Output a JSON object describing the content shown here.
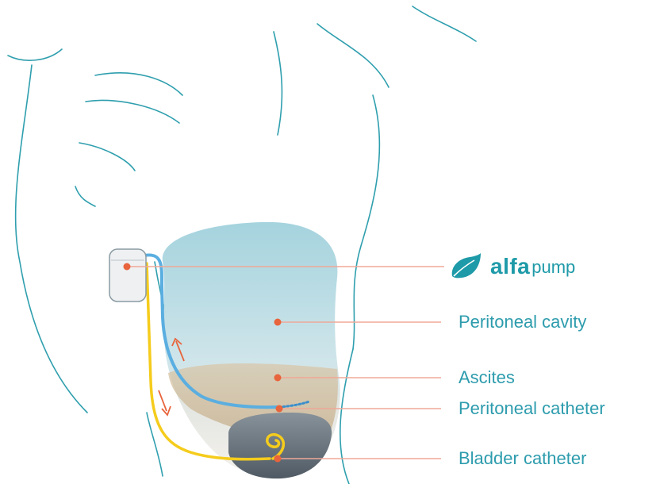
{
  "colors": {
    "outline": "#2f9fae",
    "brand": "#1e9aa8",
    "leader_line": "#f0a898",
    "dot": "#e8643c",
    "blue_catheter": "#5aaee0",
    "yellow_catheter": "#f5cc1c",
    "arrow": "#e8643c",
    "cavity_top": "#a5d3de",
    "ascites": "#d8c6a8",
    "bladder": "#5a6670"
  },
  "icons": [
    "leaf-icon"
  ],
  "brand": {
    "bold": "alfa",
    "light": "pump"
  },
  "labels": {
    "peritoneal_cavity": "Peritoneal cavity",
    "ascites": "Ascites",
    "peritoneal_catheter": "Peritoneal catheter",
    "bladder_catheter": "Bladder catheter"
  }
}
